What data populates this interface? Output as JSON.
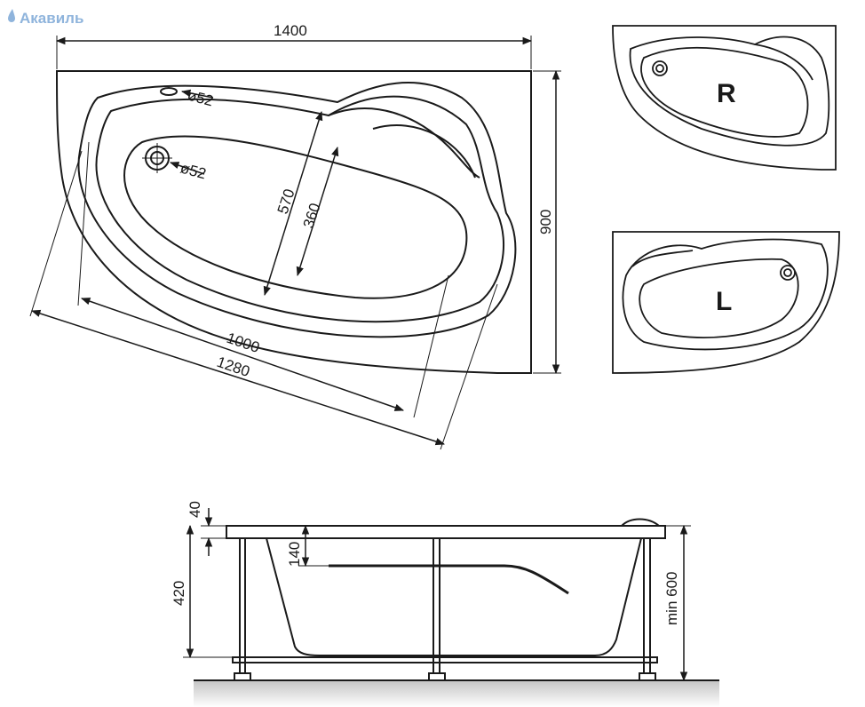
{
  "logo": {
    "text": "Акавиль",
    "color": "#8fb4dc"
  },
  "top_view": {
    "width": "1400",
    "height": "900",
    "outer_length": "1280",
    "inner_length": "1000",
    "outer_width": "570",
    "inner_width": "360",
    "hole_overflow": "ø52",
    "hole_drain": "ø52"
  },
  "variants": {
    "right": "R",
    "left": "L"
  },
  "side_view": {
    "rim": "40",
    "depth": "420",
    "seat": "140",
    "min_height": "min 600"
  },
  "colors": {
    "line": "#1a1a1a",
    "floor": "#bdbdbd"
  }
}
